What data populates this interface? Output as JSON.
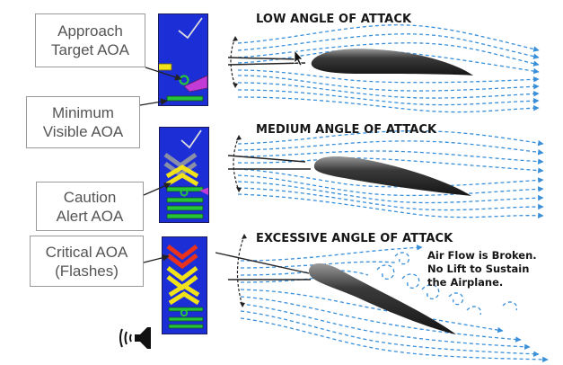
{
  "callouts": {
    "approach": [
      "Approach",
      "Target AOA"
    ],
    "minimum": [
      "Minimum",
      "Visible AOA"
    ],
    "caution": [
      "Caution",
      "Alert AOA"
    ],
    "critical": [
      "Critical AOA",
      "(Flashes)"
    ]
  },
  "panels": {
    "low": {
      "heading": "LOW ANGLE OF ATTACK"
    },
    "medium": {
      "heading": "MEDIUM ANGLE OF ATTACK"
    },
    "excessive": {
      "heading": "EXCESSIVE ANGLE OF ATTACK",
      "note": [
        "Air Flow is Broken.",
        "No Lift to Sustain",
        "the Airplane."
      ]
    }
  },
  "colors": {
    "indicator_background": "#1c2fd6",
    "chevron_gray": "#8a8fa8",
    "chevron_yellow": "#f2e21a",
    "chevron_red": "#e8321e",
    "bar_green": "#27c33a",
    "pointer_magenta": "#c23bd4",
    "airflow": "#3a8fd9",
    "airfoil": "#222222"
  },
  "icons": [
    "speaker-icon",
    "mouse-cursor-icon"
  ]
}
